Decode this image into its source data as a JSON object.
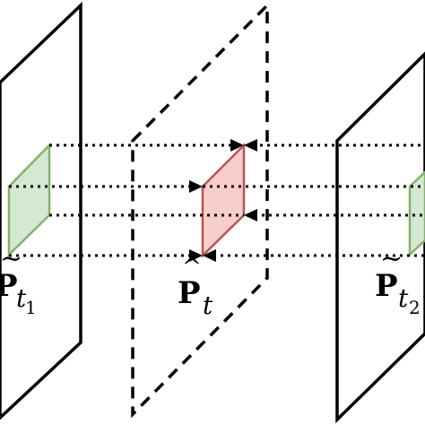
{
  "diagram": {
    "colors": {
      "stroke": "#000000",
      "green_fill": "#d5e8d4",
      "green_stroke": "#82b366",
      "red_fill": "#f8cecc",
      "red_stroke": "#b85450"
    },
    "labels": {
      "left": {
        "accent": "~",
        "symbol": "P",
        "subscript": "t",
        "subscript_index": "1"
      },
      "middle": {
        "accent": "^",
        "symbol": "P",
        "subscript": "t",
        "subscript_index": ""
      },
      "right": {
        "accent": "~",
        "symbol": "P",
        "subscript": "t",
        "subscript_index": "2"
      }
    }
  }
}
